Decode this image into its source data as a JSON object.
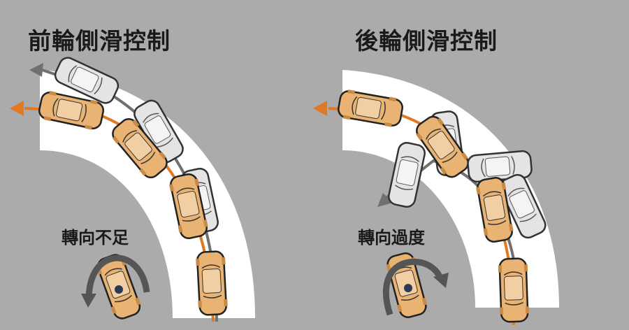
{
  "left_panel": {
    "title": "前輪側滑控制",
    "label": "轉向不足"
  },
  "right_panel": {
    "title": "後輪側滑控制",
    "label": "轉向過度"
  },
  "colors": {
    "background": "#ababab",
    "road": "#ffffff",
    "controlled_car": "#e9b373",
    "uncontrolled_car": "#e4e4e4",
    "controlled_path": "#e07a22",
    "uncontrolled_path": "#707070"
  }
}
